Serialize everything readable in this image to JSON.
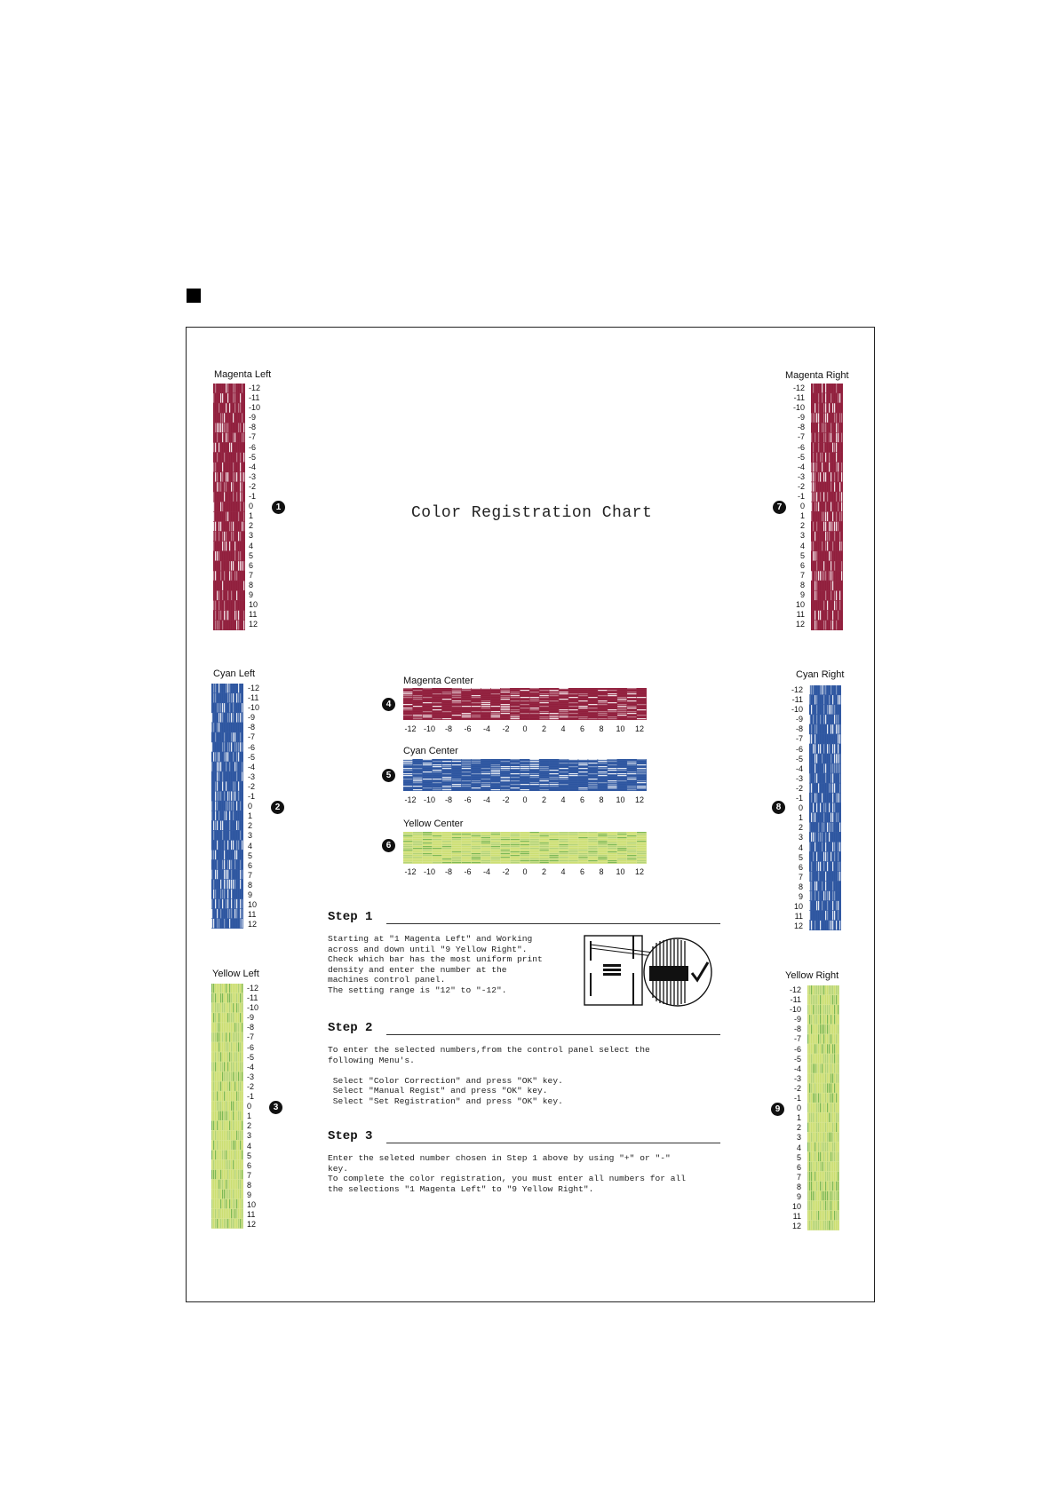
{
  "page": {
    "title": "Color Registration Chart"
  },
  "scale": [
    "-12",
    "-11",
    "-10",
    "-9",
    "-8",
    "-7",
    "-6",
    "-5",
    "-4",
    "-3",
    "-2",
    "-1",
    "0",
    "1",
    "2",
    "3",
    "4",
    "5",
    "6",
    "7",
    "8",
    "9",
    "10",
    "11",
    "12"
  ],
  "hscale": [
    "-12",
    "-10",
    "-8",
    "-6",
    "-4",
    "-2",
    "0",
    "2",
    "4",
    "6",
    "8",
    "10",
    "12"
  ],
  "colors": {
    "magenta": "#8a1030",
    "cyan": "#1f4a9a",
    "yellow_a": "#b8d23a",
    "yellow_b": "#6fb04a"
  },
  "sections": {
    "magenta_left": {
      "label": "Magenta Left",
      "badge": "1"
    },
    "cyan_left": {
      "label": "Cyan Left",
      "badge": "2"
    },
    "yellow_left": {
      "label": "Yellow Left",
      "badge": "3"
    },
    "magenta_center": {
      "label": "Magenta Center",
      "badge": "4"
    },
    "cyan_center": {
      "label": "Cyan Center",
      "badge": "5"
    },
    "yellow_center": {
      "label": "Yellow Center",
      "badge": "6"
    },
    "magenta_right": {
      "label": "Magenta Right",
      "badge": "7"
    },
    "cyan_right": {
      "label": "Cyan Right",
      "badge": "8"
    },
    "yellow_right": {
      "label": "Yellow Right",
      "badge": "9"
    }
  },
  "steps": {
    "step1": {
      "heading": "Step 1",
      "lines": [
        "Starting at \"1 Magenta Left\" and Working",
        "across and down until \"9 Yellow Right\".",
        "Check which bar has the most uniform print",
        "density and enter the number at the",
        "machines control panel.",
        "The setting range is \"12\" to \"-12\"."
      ]
    },
    "step2": {
      "heading": "Step 2",
      "lines": [
        "To enter the selected numbers,from the control panel select the",
        "following Menu's.",
        "",
        " Select \"Color Correction\" and press \"OK\" key.",
        " Select \"Manual Regist\" and press \"OK\" key.",
        " Select \"Set Registration\" and press \"OK\" key."
      ]
    },
    "step3": {
      "heading": "Step 3",
      "lines": [
        "Enter the seleted number chosen in Step 1 above by using \"+\" or \"-\"",
        "key.",
        "To complete the color registration, you must enter all numbers for all",
        "the selections \"1 Magenta Left\" to \"9 Yellow Right\"."
      ]
    }
  }
}
